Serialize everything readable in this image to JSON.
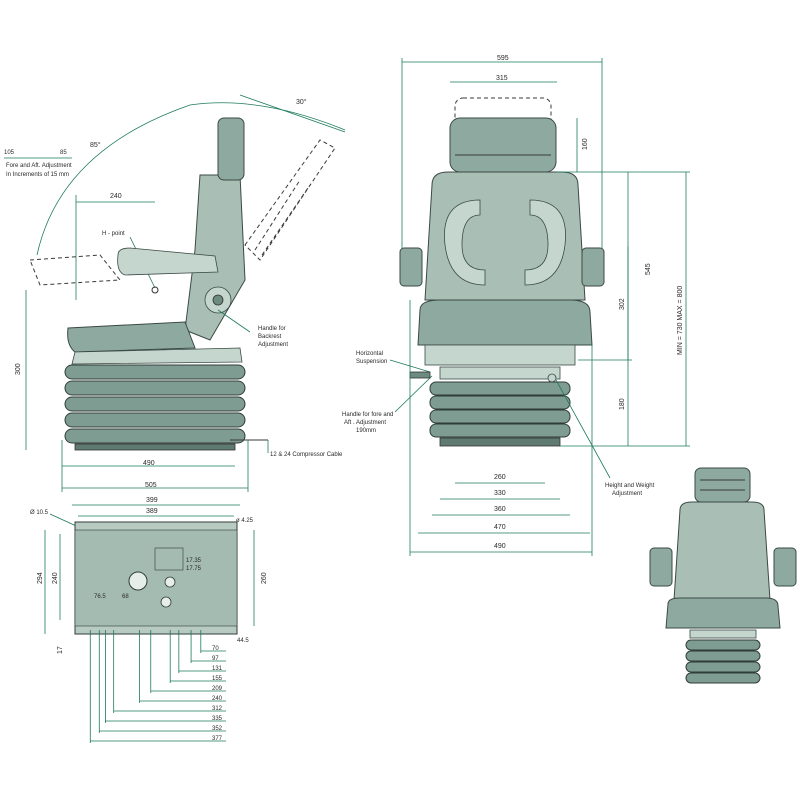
{
  "side_view": {
    "angle_top": "30°",
    "angle_left": "85°",
    "fore_aft_105": "105",
    "fore_aft_85": "85",
    "fore_aft_title": "Fore and Aft. Adjustment",
    "fore_aft_sub": "In Increments of 15 mm",
    "dim_240": "240",
    "h_point": "H - point",
    "handle_backrest_1": "Handle for",
    "handle_backrest_2": "Backrest",
    "handle_backrest_3": "Adjustment",
    "dim_300": "300",
    "compressor_cable": "12 & 24 Compressor Cable",
    "dim_490": "490",
    "dim_505": "505"
  },
  "front_view": {
    "dim_595": "595",
    "dim_315": "315",
    "dim_160": "160",
    "dim_545": "545",
    "dim_302": "302",
    "dim_180": "180",
    "min_max": "MIN = 730    MAX = 800",
    "horizontal_1": "Horizontal",
    "horizontal_2": "Suspension",
    "handle_fa_1": "Handle for fore and",
    "handle_fa_2": "Aft . Adjustment",
    "handle_fa_3": "190mm",
    "hw_1": "Height and Weight",
    "hw_2": "Adjustment",
    "dim_260": "260",
    "dim_330": "330",
    "dim_360": "360",
    "dim_470": "470",
    "dim_490": "490"
  },
  "base_plan": {
    "dim_399": "399",
    "dim_389": "389",
    "dia_105": "Ø 10.5",
    "dia_425": "ø 4.25",
    "dim_294": "294",
    "dim_240v": "240",
    "dim_260v": "260",
    "dim_17": "17",
    "dim_445": "44.5",
    "dim_765": "76.5",
    "dim_68": "68",
    "dim_1735": "17.35",
    "dim_1775": "17.75",
    "bottom_dims": [
      "70",
      "97",
      "131",
      "155",
      "209",
      "240",
      "312",
      "335",
      "352",
      "377"
    ]
  },
  "colors": {
    "dimension": "#1e7a5e",
    "seat": "#a9bfb6",
    "seat_dark": "#8eaaa0",
    "bellows": "#7f9c92"
  }
}
